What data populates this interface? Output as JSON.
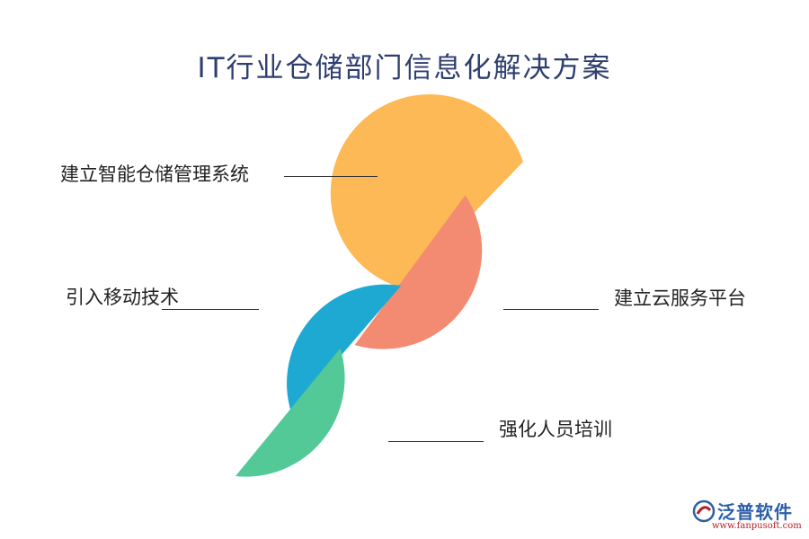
{
  "title": "IT行业仓储部门信息化解决方案",
  "items": [
    {
      "label": "建立智能仓储管理系统",
      "color": "#fdb955"
    },
    {
      "label": "建立云服务平台",
      "color": "#f38b72"
    },
    {
      "label": "引入移动技术",
      "color": "#1ea9d3"
    },
    {
      "label": "强化人员培训",
      "color": "#52c996"
    }
  ],
  "watermark": {
    "brand": "泛普软件",
    "url": "www.fanpusoft.com"
  }
}
